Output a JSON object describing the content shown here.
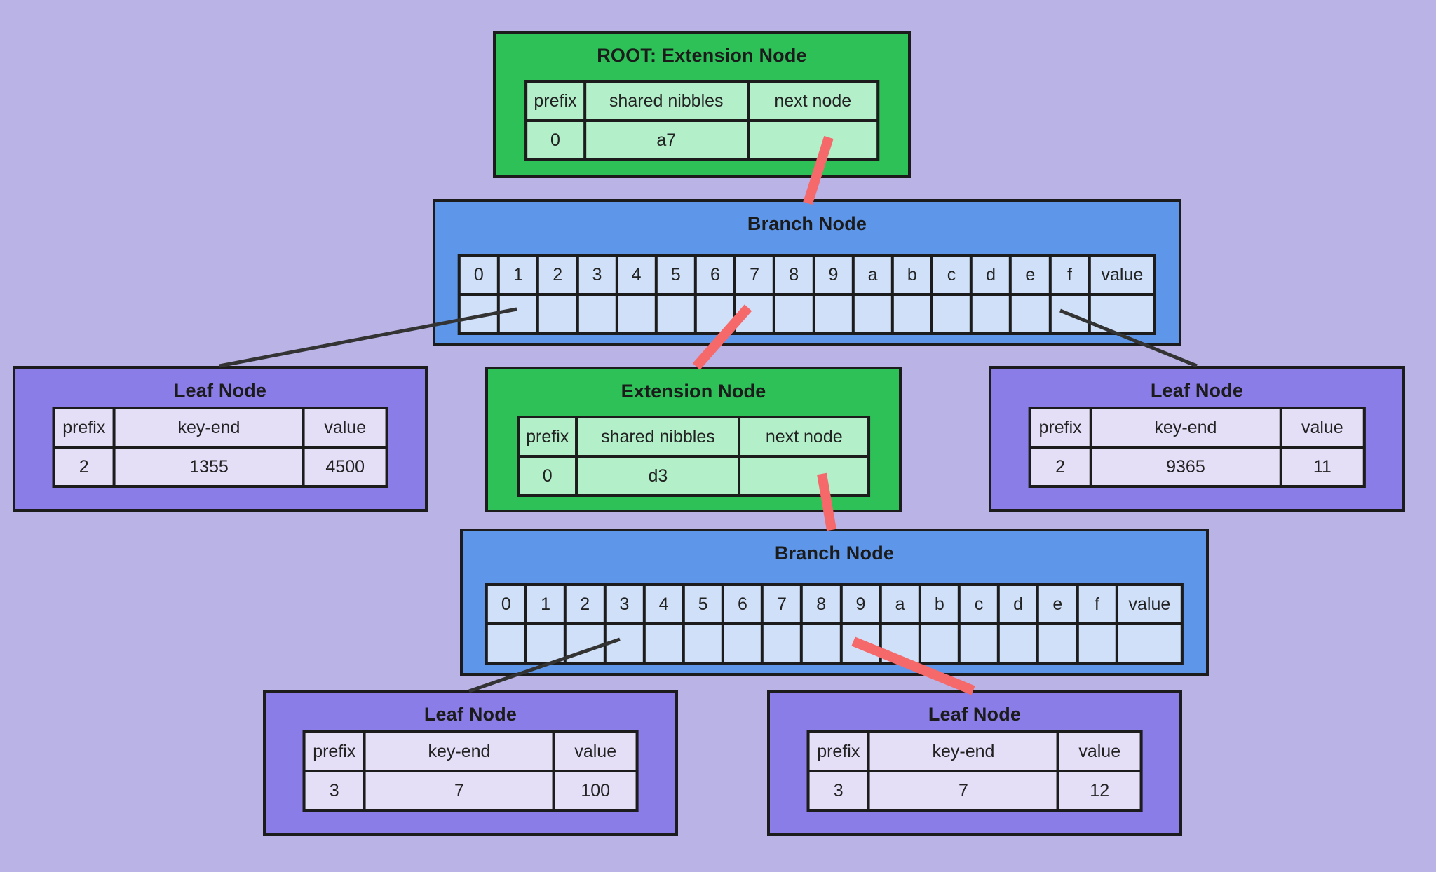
{
  "diagram": {
    "background_color": "#b9b3e6",
    "colors": {
      "background": "#b9b3e6",
      "border": "#1c1c1c",
      "extension_fill": "#2dc158",
      "extension_cell": "#b3efc9",
      "branch_fill": "#5e97ea",
      "branch_cell": "#cfe0f8",
      "leaf_fill": "#8b7de8",
      "leaf_cell": "#e4def7",
      "edge_red": "#f5696b",
      "edge_dark": "#333333"
    },
    "nodes": {
      "root_extension": {
        "title": "ROOT: Extension Node",
        "headers": [
          "prefix",
          "shared nibbles",
          "next node"
        ],
        "values": [
          "0",
          "a7",
          ""
        ]
      },
      "branch_top": {
        "title": "Branch Node",
        "headers": [
          "0",
          "1",
          "2",
          "3",
          "4",
          "5",
          "6",
          "7",
          "8",
          "9",
          "a",
          "b",
          "c",
          "d",
          "e",
          "f",
          "value"
        ],
        "values": [
          "",
          "",
          "",
          "",
          "",
          "",
          "",
          "",
          "",
          "",
          "",
          "",
          "",
          "",
          "",
          "",
          ""
        ]
      },
      "leaf_left": {
        "title": "Leaf Node",
        "headers": [
          "prefix",
          "key-end",
          "value"
        ],
        "values": [
          "2",
          "1355",
          "4500"
        ]
      },
      "extension_mid": {
        "title": "Extension Node",
        "headers": [
          "prefix",
          "shared nibbles",
          "next node"
        ],
        "values": [
          "0",
          "d3",
          ""
        ]
      },
      "leaf_right": {
        "title": "Leaf Node",
        "headers": [
          "prefix",
          "key-end",
          "value"
        ],
        "values": [
          "2",
          "9365",
          "11"
        ]
      },
      "branch_lower": {
        "title": "Branch Node",
        "headers": [
          "0",
          "1",
          "2",
          "3",
          "4",
          "5",
          "6",
          "7",
          "8",
          "9",
          "a",
          "b",
          "c",
          "d",
          "e",
          "f",
          "value"
        ],
        "values": [
          "",
          "",
          "",
          "",
          "",
          "",
          "",
          "",
          "",
          "",
          "",
          "",
          "",
          "",
          "",
          "",
          ""
        ]
      },
      "leaf_bottom_left": {
        "title": "Leaf Node",
        "headers": [
          "prefix",
          "key-end",
          "value"
        ],
        "values": [
          "3",
          "7",
          "100"
        ]
      },
      "leaf_bottom_right": {
        "title": "Leaf Node",
        "headers": [
          "prefix",
          "key-end",
          "value"
        ],
        "values": [
          "3",
          "7",
          "12"
        ]
      }
    },
    "edges": [
      {
        "from": "root_extension.next_node",
        "to": "branch_top",
        "style": "red"
      },
      {
        "from": "branch_top.slot_1",
        "to": "leaf_left",
        "style": "dark"
      },
      {
        "from": "branch_top.slot_7",
        "to": "extension_mid",
        "style": "red"
      },
      {
        "from": "branch_top.slot_f",
        "to": "leaf_right",
        "style": "dark"
      },
      {
        "from": "extension_mid.next_node",
        "to": "branch_lower",
        "style": "red"
      },
      {
        "from": "branch_lower.slot_3",
        "to": "leaf_bottom_left",
        "style": "dark"
      },
      {
        "from": "branch_lower.slot_9",
        "to": "leaf_bottom_right",
        "style": "red"
      }
    ]
  }
}
